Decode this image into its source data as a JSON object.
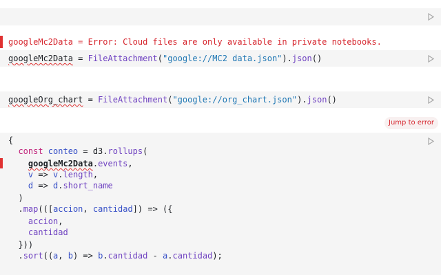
{
  "cells": {
    "empty_cell": {},
    "error_cell": {
      "error_message": "googleMc2Data = Error: Cloud files are only available in private notebooks."
    },
    "mc2_cell": {
      "var": "googleMc2Data",
      "eq": " = ",
      "fn": "FileAttachment",
      "open": "(",
      "str": "\"google://MC2 data.json\"",
      "close": ").",
      "method": "json",
      "tail": "()"
    },
    "org_cell": {
      "var": "googleOrg_chart",
      "eq": " = ",
      "fn": "FileAttachment",
      "open": "(",
      "str": "\"google://org_chart.json\"",
      "close": ").",
      "method": "json",
      "tail": "()"
    },
    "jump_to_error": "Jump to error",
    "block_cell": {
      "lines": [
        "{",
        "  const conteo = d3.rollups(",
        "    googleMc2Data.events,",
        "    v => v.length,",
        "    d => d.short_name",
        "  )",
        "  .map(([accion, cantidad]) => ({",
        "    accion,",
        "    cantidad",
        "  }))",
        "  .sort((a, b) => b.cantidad - a.cantidad);"
      ]
    }
  },
  "icons": {
    "run": "play-icon"
  },
  "colors": {
    "error": "#e03131",
    "cell_bg": "#f5f5f5",
    "string": "#1f77b4",
    "function": "#6f42c1"
  }
}
